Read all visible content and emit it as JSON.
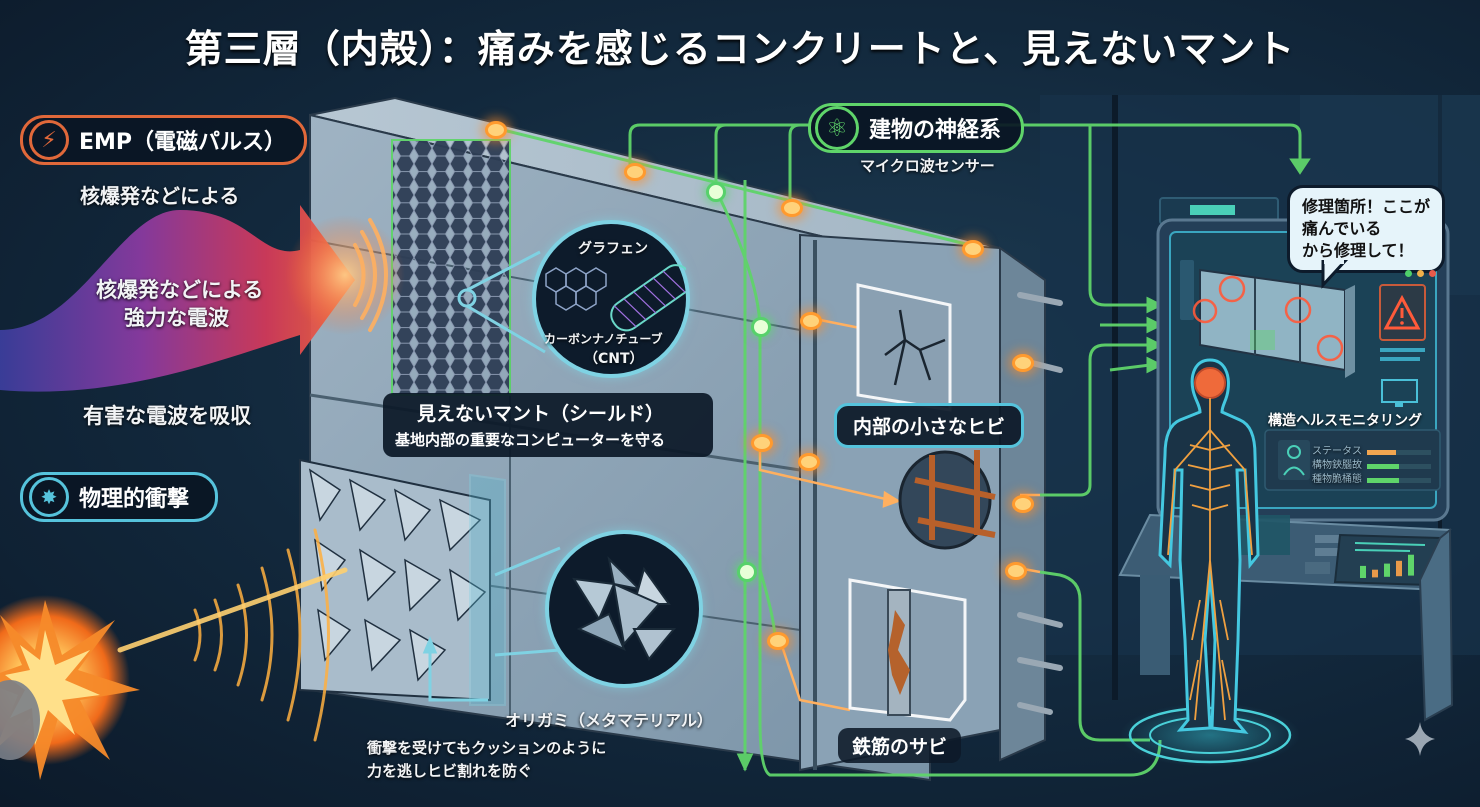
{
  "title": "第三層（内殻）：痛みを感じるコンクリートと、見えないマント",
  "colors": {
    "background": "#12283c",
    "emp_accent": "#e0683a",
    "impact_accent": "#56c3dc",
    "nerve_green": "#5fd46a",
    "sensor_orange": "#ff9a2e",
    "concrete": "#8fa6b8",
    "shield_teal": "#7fd2e3"
  },
  "emp": {
    "icon": "lightning-icon",
    "label": "EMP（電磁パルス）",
    "subtitle": "核爆発などによる",
    "arrow_line1": "核爆発などによる",
    "arrow_line2": "強力な電波",
    "absorb_text": "有害な電波を吸収"
  },
  "impact": {
    "icon": "explosion-icon",
    "label": "物理的衝撃"
  },
  "shield": {
    "zoom_label_top": "グラフェン",
    "zoom_label_bottom1": "カーボンナノチューブ",
    "zoom_label_bottom2": "（CNT）",
    "title": "見えないマント（シールド）",
    "description": "基地内部の重要なコンピューターを守る"
  },
  "origami": {
    "label": "オリガミ（メタマテリアル）",
    "description_line1": "衝撃を受けてもクッションのように",
    "description_line2": "力を逃しヒビ割れを防ぐ"
  },
  "nervous_system": {
    "icon": "atom-icon",
    "label": "建物の神経系",
    "subtitle": "マイクロ波センサー"
  },
  "damage": {
    "cracks_label": "内部の小さなヒビ",
    "rust_label": "鉄筋のサビ"
  },
  "monitor": {
    "speech_line1": "修理箇所！ここが",
    "speech_line2": "痛んでいる",
    "speech_line3": "から修理して！",
    "panel_title": "構造ヘルスモニタリング",
    "status_label": "ステータス",
    "status_row1": "構物鋏腦故",
    "status_row2": "種物脆桶態",
    "status_bars": [
      {
        "fill": 0.45,
        "color": "#f2a650"
      },
      {
        "fill": 0.5,
        "color": "#5fd46a"
      },
      {
        "fill": 0.5,
        "color": "#5fd46a"
      }
    ],
    "window_dots": [
      "#4fd06a",
      "#f0b04a",
      "#e85a4a"
    ],
    "warning_icon": "warning-icon",
    "console_chart_bars": [
      0.55,
      0.35,
      0.6,
      0.7,
      0.95
    ],
    "console_chart_colors": [
      "#5fd46a",
      "#e89a4a",
      "#5fd46a",
      "#e89a4a",
      "#5fd46a"
    ]
  },
  "watermark_icon": "sparkle-icon"
}
